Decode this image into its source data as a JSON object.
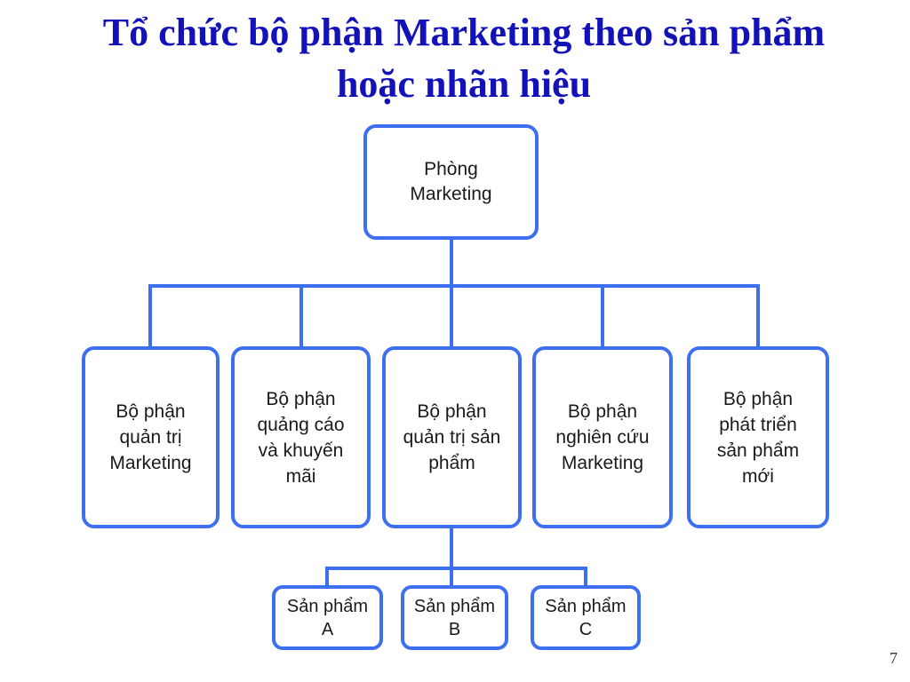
{
  "title": {
    "line1": "Tổ chức bộ phận Marketing theo sản phẩm",
    "line2": "hoặc nhãn hiệu"
  },
  "diagram": {
    "root": {
      "label": "Phòng\nMarketing"
    },
    "departments": [
      {
        "label": "Bộ phận\nquản trị\nMarketing"
      },
      {
        "label": "Bộ phận\nquảng cáo\nvà khuyến\nmãi"
      },
      {
        "label": "Bộ phận\nquản trị sản\nphẩm"
      },
      {
        "label": "Bộ phận\nnghiên cứu\nMarketing"
      },
      {
        "label": "Bộ phận\nphát triển\nsản phẩm\nmới"
      }
    ],
    "products": [
      {
        "label": "Sản phẩm\nA"
      },
      {
        "label": "Sản phẩm\nB"
      },
      {
        "label": "Sản phẩm\nC"
      }
    ]
  },
  "colors": {
    "box_border": "#3d6ff0",
    "connector": "#3d6ff0",
    "title": "#1212b8"
  },
  "page_number": "7"
}
